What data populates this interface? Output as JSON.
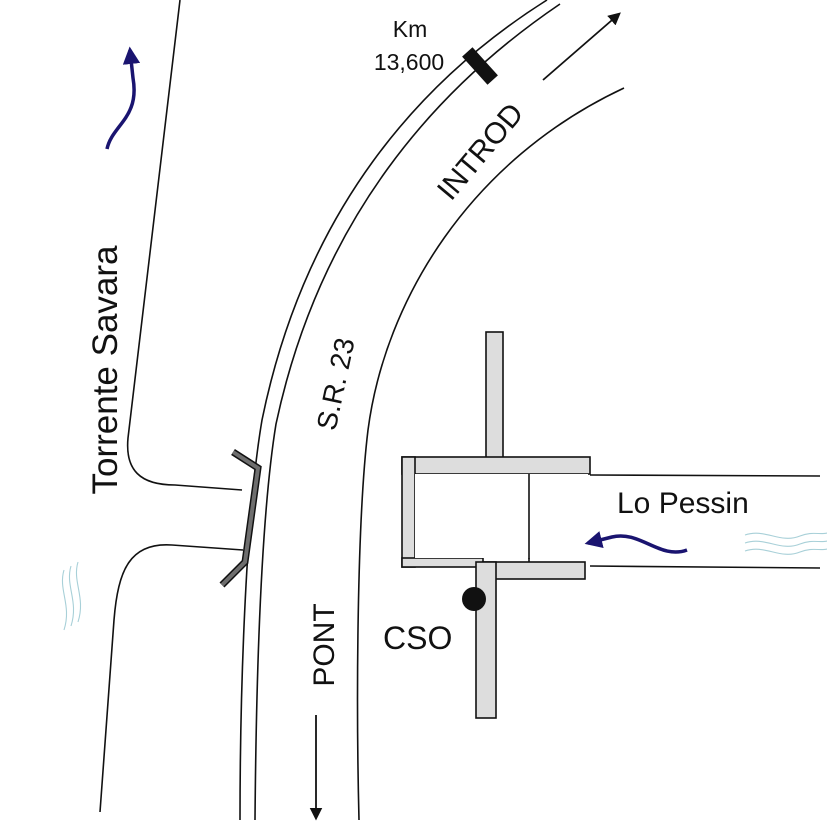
{
  "labels": {
    "km_title": "Km",
    "km_value": "13,600",
    "road_direction_north": "INTROD",
    "road_direction_south": "PONT",
    "road_name": "S.R. 23",
    "stream_name": "Torrente Savara",
    "tributary_name": "Lo Pessin",
    "overflow_label": "CSO"
  },
  "icons": {
    "flow_arrow": "flow-direction-arrow-icon",
    "water_waves": "water-wave-icon",
    "bridge": "bridge-icon",
    "km_marker": "kilometer-marker-icon",
    "overflow_point": "cso-point-icon"
  },
  "colors": {
    "line": "#111111",
    "flow_arrow": "#1a1470",
    "conduit_fill": "#dddddd",
    "bridge": "#6e6e6e",
    "water_wave": "#a8d0d8",
    "background": "#ffffff"
  }
}
